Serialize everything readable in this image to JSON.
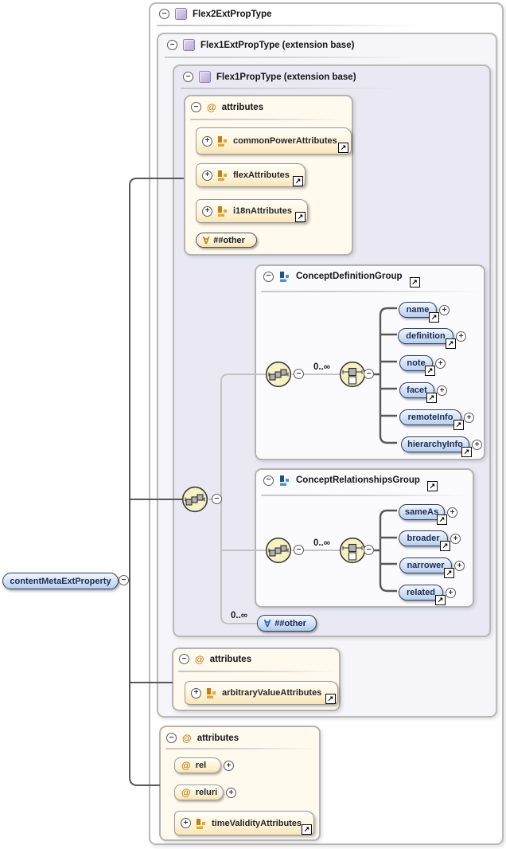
{
  "icons": {
    "collapse": "−",
    "expand": "+",
    "any": "∀",
    "link": "↗",
    "at": "@"
  },
  "root": {
    "label": "contentMetaExtProperty"
  },
  "types": {
    "flex2": {
      "title": "Flex2ExtPropType"
    },
    "flex1ext": {
      "title": "Flex1ExtPropType (extension base)"
    },
    "flex1prop": {
      "title": "Flex1PropType (extension base)"
    }
  },
  "prop_attributes": {
    "title": "attributes",
    "groups": [
      {
        "label": "commonPowerAttributes"
      },
      {
        "label": "flexAttributes"
      },
      {
        "label": "i18nAttributes"
      }
    ],
    "wildcard": {
      "label": "##other"
    }
  },
  "concept_definition_group": {
    "title": "ConceptDefinitionGroup",
    "occurrence": "0..∞",
    "elements": [
      {
        "label": "name"
      },
      {
        "label": "definition"
      },
      {
        "label": "note"
      },
      {
        "label": "facet"
      },
      {
        "label": "remoteInfo"
      },
      {
        "label": "hierarchyInfo"
      }
    ]
  },
  "concept_relationships_group": {
    "title": "ConceptRelationshipsGroup",
    "occurrence": "0..∞",
    "elements": [
      {
        "label": "sameAs"
      },
      {
        "label": "broader"
      },
      {
        "label": "narrower"
      },
      {
        "label": "related"
      }
    ]
  },
  "wildcard_element": {
    "label": "##other",
    "occurrence": "0..∞"
  },
  "ext_attributes": {
    "title": "attributes",
    "groups": [
      {
        "label": "arbitraryValueAttributes"
      }
    ]
  },
  "flex2_attributes": {
    "title": "attributes",
    "attributes": [
      {
        "label": "rel"
      },
      {
        "label": "reluri"
      }
    ],
    "groups": [
      {
        "label": "timeValidityAttributes"
      }
    ]
  },
  "colors": {
    "element_fill": "#c5d8f2",
    "attribute_fill": "#fbeecd",
    "type_box_fill": "#eae9f3",
    "type_icon": "#b6a8d5",
    "attribute_icon": "#d98f1f",
    "group_icon": "#2b5fae",
    "connector": "#585858"
  }
}
